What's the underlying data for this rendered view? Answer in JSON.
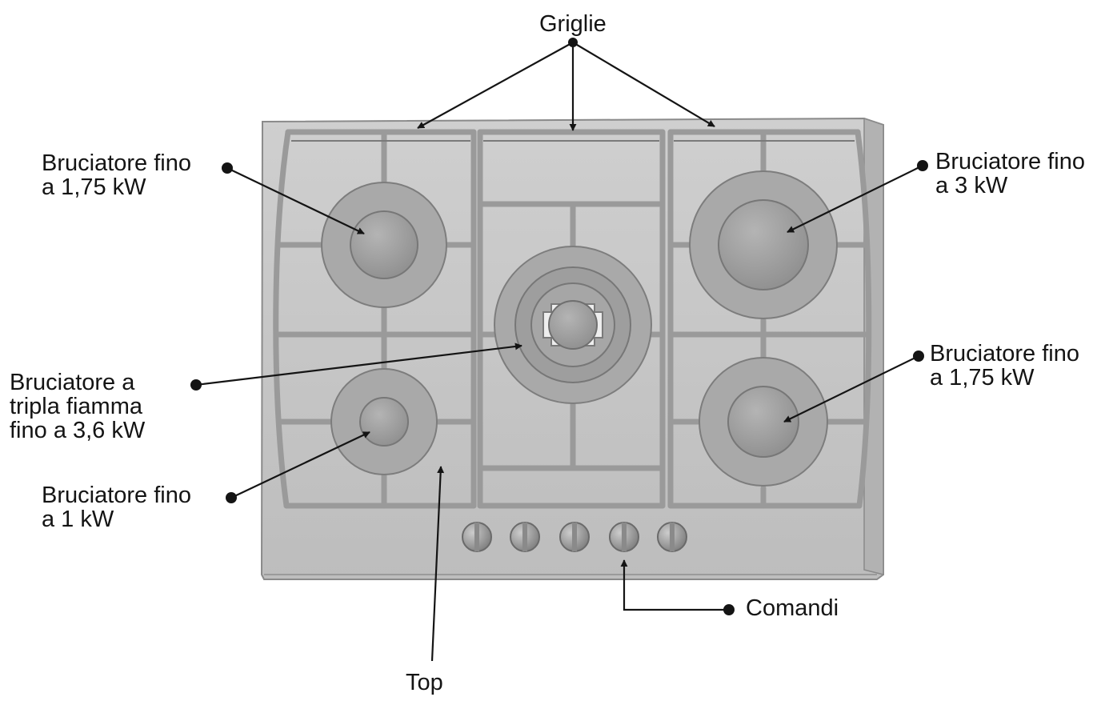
{
  "labels": {
    "griglie": "Griglie",
    "burner_left_rear": {
      "line1": "Bruciatore fino",
      "line2": "a 1,75 kW"
    },
    "burner_right_rear": {
      "line1": "Bruciatore fino",
      "line2": "a 3 kW"
    },
    "burner_center": {
      "line1": "Bruciatore a",
      "line2": "tripla fiamma",
      "line3": "fino a 3,6 kW"
    },
    "burner_right_front": {
      "line1": "Bruciatore fino",
      "line2": "a 1,75 kW"
    },
    "burner_left_front": {
      "line1": "Bruciatore fino",
      "line2": "a 1 kW"
    },
    "top": "Top",
    "comandi": "Comandi"
  },
  "colors": {
    "hob_top": "#c6c6c6",
    "hob_edge": "#8a8a8a",
    "grate": "#9a9a9a",
    "burner_outer": "#a9a9a9",
    "burner_cap": "#9c9c9c",
    "leader_line": "#141414"
  }
}
